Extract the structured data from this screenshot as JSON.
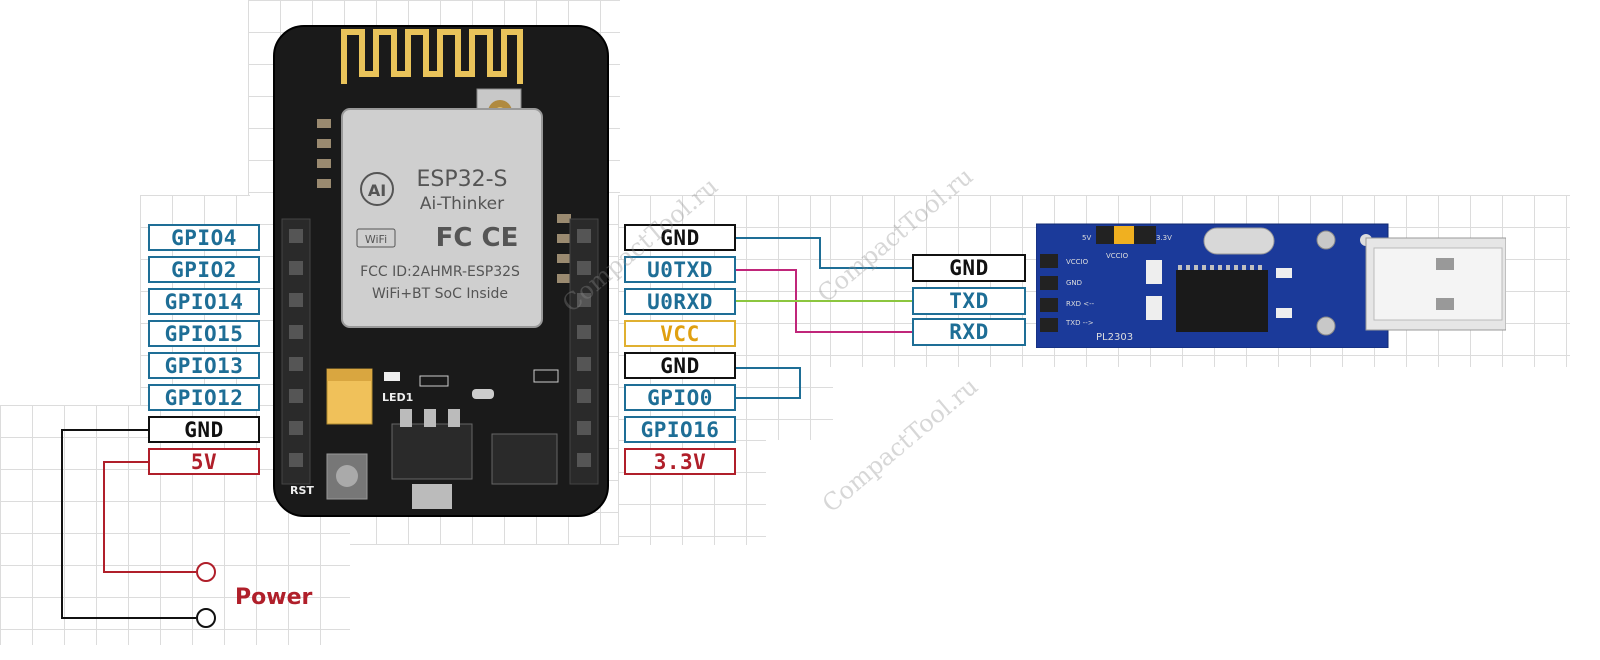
{
  "esp32": {
    "module_name": "ESP32-S",
    "brand": "Ai-Thinker",
    "fcc_id": "FCC ID:2AHMR-ESP32S",
    "tagline": "WiFi+BT SoC Inside",
    "wifi_logo": "WiFi",
    "led_label": "LED1",
    "rst_label": "RST",
    "left_pins": [
      "GPIO4",
      "GPIO2",
      "GPIO14",
      "GPIO15",
      "GPIO13",
      "GPIO12",
      "GND",
      "5V"
    ],
    "right_pins": [
      "GND",
      "U0TXD",
      "U0RXD",
      "VCC",
      "GND",
      "GPIO0",
      "GPIO16",
      "3.3V"
    ]
  },
  "usb_adapter": {
    "chip_label": "PL2303",
    "pins": [
      "GND",
      "TXD",
      "RXD"
    ],
    "jumper_left": "5V",
    "jumper_mid": "VCCIO",
    "jumper_right": "3.3V",
    "side_labels": [
      "VCCIO",
      "GND",
      "RXD <--",
      "TXD -->"
    ]
  },
  "power": {
    "label": "Power"
  },
  "watermark": "CompactTool.ru",
  "colors": {
    "gpio": "#1e6e96",
    "gnd": "#111111",
    "power": "#b01f2a",
    "vcc": "#e0a010",
    "txd_wire": "#8cc63f",
    "rxd_wire": "#c0267a",
    "board": "#1a1a1a",
    "usb_board": "#1b3a9a"
  }
}
